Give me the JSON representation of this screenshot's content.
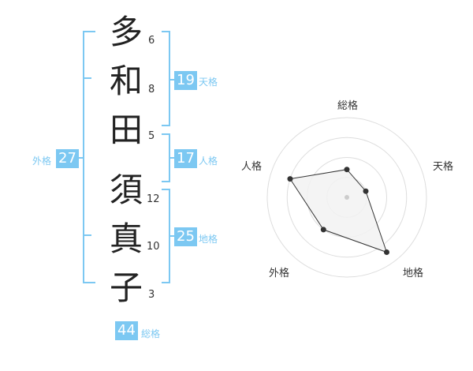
{
  "name": {
    "chars": [
      "多",
      "和",
      "田",
      "須",
      "真",
      "子"
    ],
    "strokes": [
      "6",
      "8",
      "5",
      "12",
      "10",
      "3"
    ]
  },
  "kakusu": {
    "tenkaku": {
      "value": "19",
      "label": "天格"
    },
    "jinkaku": {
      "value": "17",
      "label": "人格"
    },
    "chikaku": {
      "value": "25",
      "label": "地格"
    },
    "gaikaku": {
      "value": "27",
      "label": "外格"
    },
    "soukaku": {
      "value": "44",
      "label": "総格"
    }
  },
  "colors": {
    "accent": "#7cc8f2",
    "text": "#222222",
    "grid": "#dddddd",
    "poly_fill": "#f2f2f2",
    "poly_stroke": "#333333"
  },
  "chart_data": {
    "type": "radar",
    "axes": [
      "総格",
      "天格",
      "地格",
      "外格",
      "人格"
    ],
    "values": [
      0.35,
      0.25,
      0.85,
      0.5,
      0.75
    ],
    "rings": 4
  }
}
